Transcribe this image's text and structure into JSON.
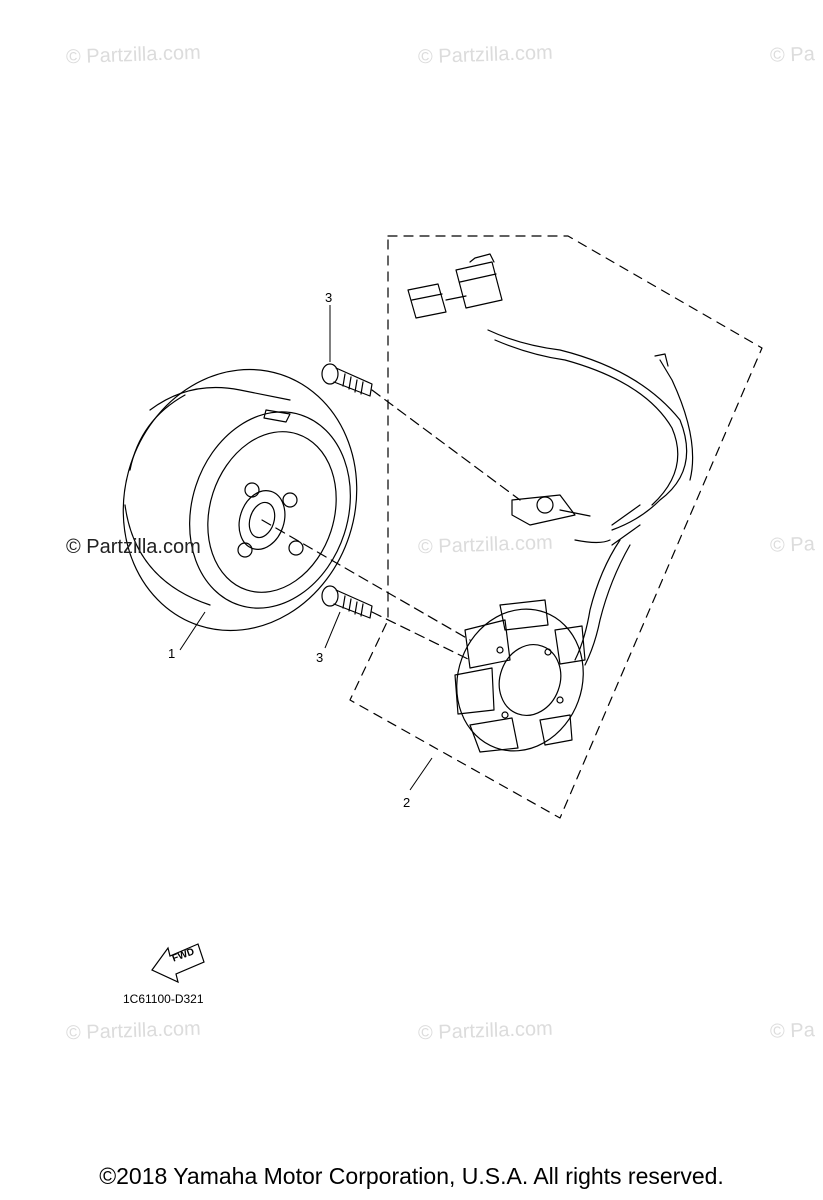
{
  "watermarks": {
    "text": "© Partzilla.com",
    "partial": "© Pa"
  },
  "callouts": {
    "flywheel": "1",
    "stator_assembly": "2",
    "screw_upper": "3",
    "screw_lower": "3"
  },
  "fwd_label": "FWD",
  "diagram_code": "1C61100-D321",
  "copyright": "©2018 Yamaha Motor Corporation, U.S.A. All rights reserved.",
  "colors": {
    "line": "#000000",
    "watermark": "#dcdcdc"
  }
}
